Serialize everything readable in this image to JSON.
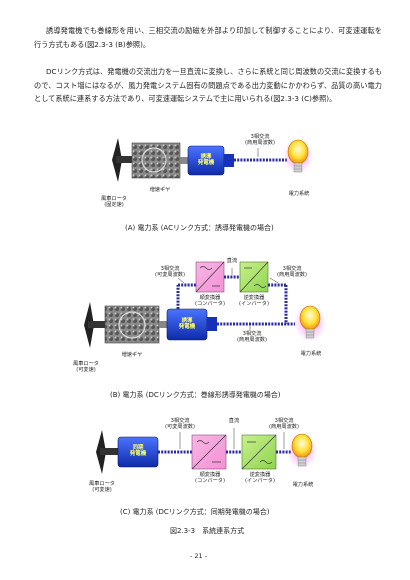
{
  "paragraphs": {
    "p1": "誘導発電機でも巻線形を用い、三相交流の励磁を外部より印加して制御することにより、可変速運転を行う方式もある(図2.3-3 (B)参照)。",
    "p2": "DCリンク方式は、発電機の交流出力を一旦直流に変換し、さらに系統と同じ周波数の交流に変換するもので、コスト増にはなるが、風力発電システム固有の問題点である出力変動にかかわらず、品質の高い電力として系統に連系する方法であり、可変速運転システムで主に用いられる(図2.3-3 (C)参照)。"
  },
  "diagram_a": {
    "generator": "誘導\n発電機",
    "gear": "増速ギヤ",
    "rotor": "風車ロータ\n(固定速)",
    "ac_label": "3相交流\n(商用周波数)",
    "grid": "電力系統",
    "caption": "(A) 電力系 (ACリンク方式：誘導発電機の場合)"
  },
  "diagram_b": {
    "generator": "誘導\n発電機",
    "gear": "増速ギヤ",
    "rotor": "風車ロータ\n(可変速)",
    "ac_var": "3相交流\n(可変周波数)",
    "dc": "直流",
    "ac_com": "3相交流\n(商用周波数)",
    "ac_com2": "3相交流\n(商用周波数)",
    "converter": "順変換器\n(コンバータ)",
    "inverter": "逆変換器\n(インバータ)",
    "grid": "電力系統",
    "caption": "(B) 電力系 (DCリンク方式：巻線形誘導発電機の場合)"
  },
  "diagram_c": {
    "generator": "同期\n発電機",
    "rotor": "風車ロータ\n(可変速)",
    "ac_var": "3相交流\n(可変周波数)",
    "dc": "直流",
    "ac_com": "3相交流\n(商用周波数)",
    "converter": "順変換器\n(コンバータ)",
    "inverter": "逆変換器\n(インバータ)",
    "grid": "電力系統",
    "caption": "(C) 電力系 (DCリンク方式：同期発電機の場合)"
  },
  "figure_caption": "図2.3-3　系統連系方式",
  "page_number": "- 21 -",
  "colors": {
    "generator_blue": "#1e46d2",
    "converter_pink": "#f4a2dc",
    "converter_green": "#a8e06a",
    "wire": "#2a2aa0",
    "text": "#222222"
  }
}
